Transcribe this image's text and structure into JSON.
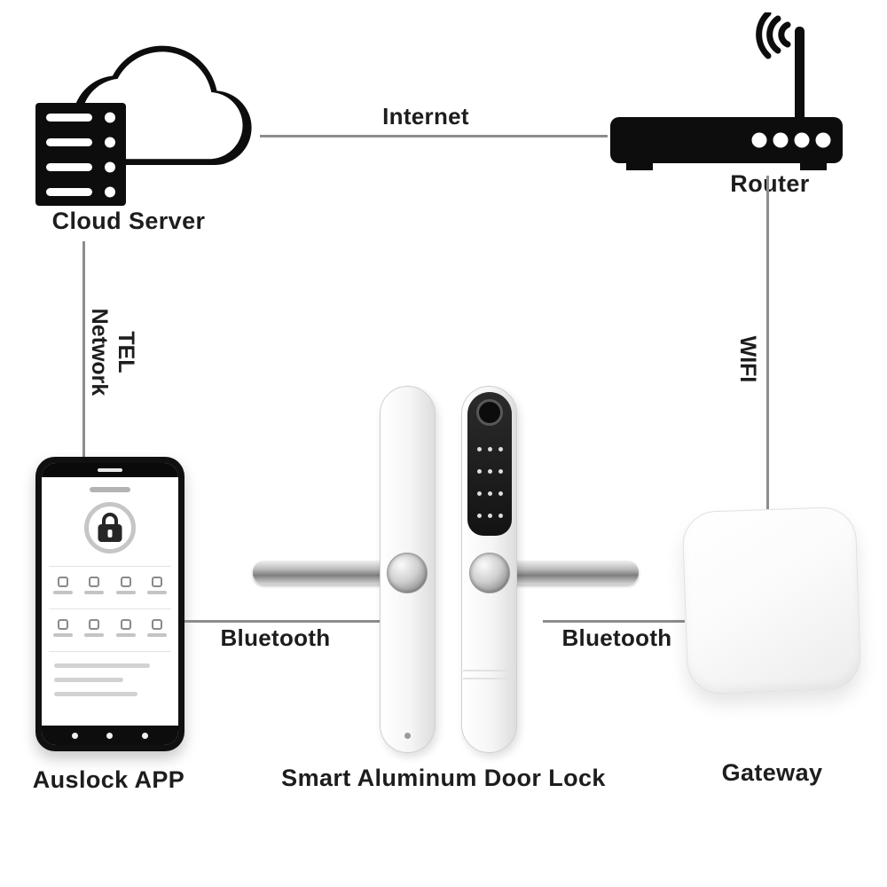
{
  "nodes": {
    "cloud_server": {
      "label": "Cloud Server"
    },
    "router": {
      "label": "Router"
    },
    "auslock_app": {
      "label": "Auslock APP"
    },
    "door_lock": {
      "label": "Smart Aluminum Door Lock"
    },
    "gateway": {
      "label": "Gateway"
    }
  },
  "links": {
    "internet": {
      "label": "Internet"
    },
    "tel_network": {
      "line1": "TEL",
      "line2": "Network"
    },
    "wifi": {
      "label": "WIFI"
    },
    "bluetooth_app_lock": {
      "label": "Bluetooth"
    },
    "bluetooth_lock_gateway": {
      "label": "Bluetooth"
    }
  },
  "colors": {
    "icon": "#0d0d0d",
    "connector_line": "#8d8d8d",
    "text": "#1d1d1d"
  }
}
